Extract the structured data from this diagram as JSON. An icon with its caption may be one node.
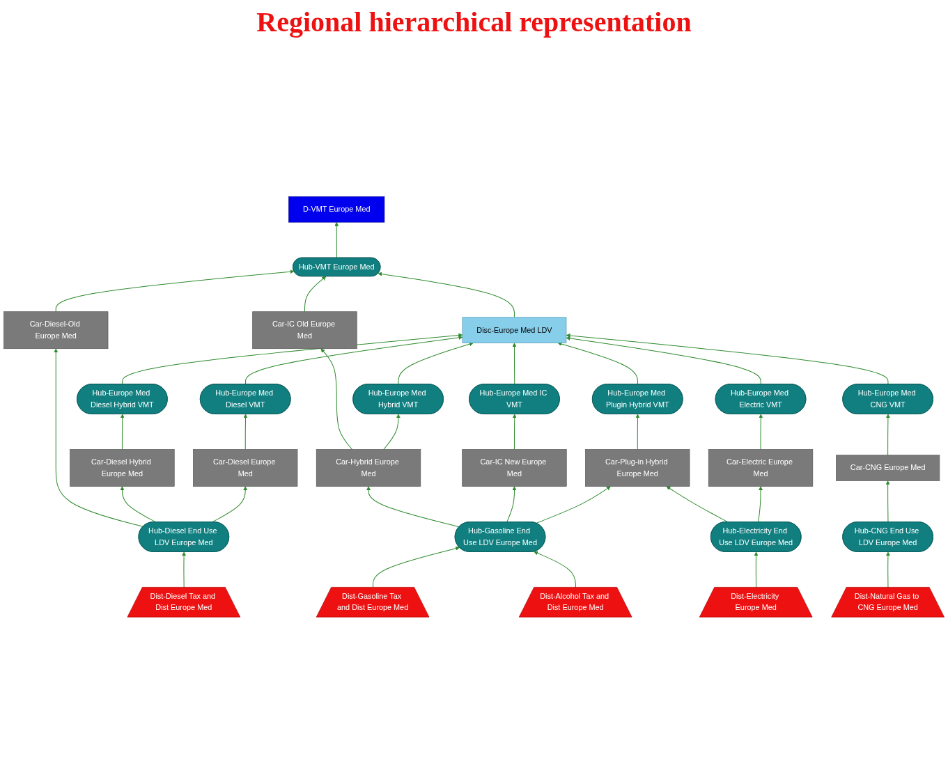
{
  "diagram": {
    "title": "Regional hierarchical representation",
    "nodes": [
      {
        "text": [
          "Dist-Diesel Tax and Dist Europe Med"
        ]
      },
      {
        "text": [
          "Hub-Diesel End Use LDV Europe Med"
        ]
      },
      {
        "text": [
          "Car-Diesel-Old Europe Med"
        ]
      },
      {
        "text": [
          "Car-Diesel Hybrid Europe Med"
        ]
      },
      {
        "text": [
          "Car-Diesel Europe Med"
        ]
      },
      {
        "text": [
          "D-VMT Europe Med"
        ]
      },
      {
        "text": [
          "Hub-VMT Europe Med"
        ]
      },
      {
        "text": [
          "Hub-Europe Med Diesel Hybrid VMT"
        ]
      },
      {
        "text": [
          "Hub-Europe Med Diesel VMT"
        ]
      },
      {
        "text": [
          "Car-IC Old Europe Med"
        ]
      },
      {
        "text": [
          "Hub-Europe Med Hybrid VMT"
        ]
      },
      {
        "text": [
          "Disc-Europe Med LDV"
        ]
      },
      {
        "text": [
          "Car-Hybrid Europe Med"
        ]
      },
      {
        "text": [
          "Dist-Gasoline Tax and Dist Europe Med"
        ]
      },
      {
        "text": [
          "Hub-Europe Med IC VMT"
        ]
      },
      {
        "text": [
          "Car-IC New Europe Med"
        ]
      },
      {
        "text": [
          "Hub-Gasoline End Use LDV Europe Med"
        ]
      },
      {
        "text": [
          "Hub-Europe Med CNG VMT"
        ]
      },
      {
        "text": [
          "Dist-Alcohol Tax and Dist Europe Med"
        ]
      },
      {
        "text": [
          "Hub-Europe Med Plugin Hybrid VMT"
        ]
      },
      {
        "text": [
          "Hub-Europe Med Electric VMT"
        ]
      },
      {
        "text": [
          "Car-CNG Europe Med"
        ]
      },
      {
        "text": [
          "Car-Plug-in Hybrid Europe Med"
        ]
      },
      {
        "text": [
          "Hub-CNG End Use LDV Europe Med"
        ]
      },
      {
        "text": [
          "Car-Electric Europe Med"
        ]
      },
      {
        "text": [
          "Hub-Electricity End Use LDV Europe Med"
        ]
      },
      {
        "text": [
          "Dist-Natural Gas to CNG Europe Med"
        ]
      },
      {
        "text": [
          "Dist-Electricity Europe Med"
        ]
      }
    ],
    "edges": [
      {
        "from": 0,
        "to": 1,
        "arrow": "to"
      },
      {
        "from": 1,
        "to": 2,
        "arrow": "to"
      },
      {
        "from": 1,
        "to": 3,
        "arrow": "to"
      },
      {
        "from": 1,
        "to": 4,
        "arrow": "to"
      },
      {
        "from": 2,
        "to": 6,
        "arrow": "to"
      },
      {
        "from": 3,
        "to": 7,
        "arrow": "to"
      },
      {
        "from": 4,
        "to": 8,
        "arrow": "to"
      },
      {
        "from": 7,
        "to": 11,
        "arrow": "to"
      },
      {
        "from": 8,
        "to": 11,
        "arrow": "to"
      },
      {
        "from": 11,
        "to": 6,
        "arrow": "to"
      },
      {
        "from": 6,
        "to": 5,
        "arrow": "to"
      },
      {
        "from": 9,
        "to": 6,
        "arrow": "to"
      },
      {
        "from": 12,
        "to": 9,
        "arrow": "to"
      },
      {
        "from": 12,
        "to": 10,
        "arrow": "to"
      },
      {
        "from": 10,
        "to": 11,
        "arrow": "to"
      },
      {
        "from": 16,
        "to": 12,
        "arrow": "to"
      },
      {
        "from": 16,
        "to": 15,
        "arrow": "to"
      },
      {
        "from": 15,
        "to": 14,
        "arrow": "to"
      },
      {
        "from": 14,
        "to": 11,
        "arrow": "to"
      },
      {
        "from": 13,
        "to": 16,
        "arrow": "to"
      },
      {
        "from": 18,
        "to": 16,
        "arrow": "to"
      },
      {
        "from": 16,
        "to": 22,
        "arrow": "to"
      },
      {
        "from": 22,
        "to": 19,
        "arrow": "to"
      },
      {
        "from": 19,
        "to": 11,
        "arrow": "to"
      },
      {
        "from": 25,
        "to": 22,
        "arrow": "to"
      },
      {
        "from": 25,
        "to": 24,
        "arrow": "to"
      },
      {
        "from": 24,
        "to": 20,
        "arrow": "to"
      },
      {
        "from": 20,
        "to": 11,
        "arrow": "to"
      },
      {
        "from": 27,
        "to": 25,
        "arrow": "to"
      },
      {
        "from": 26,
        "to": 23,
        "arrow": "to"
      },
      {
        "from": 23,
        "to": 21,
        "arrow": "to"
      },
      {
        "from": 21,
        "to": 17,
        "arrow": "to"
      },
      {
        "from": 17,
        "to": 11,
        "arrow": "to"
      }
    ]
  }
}
